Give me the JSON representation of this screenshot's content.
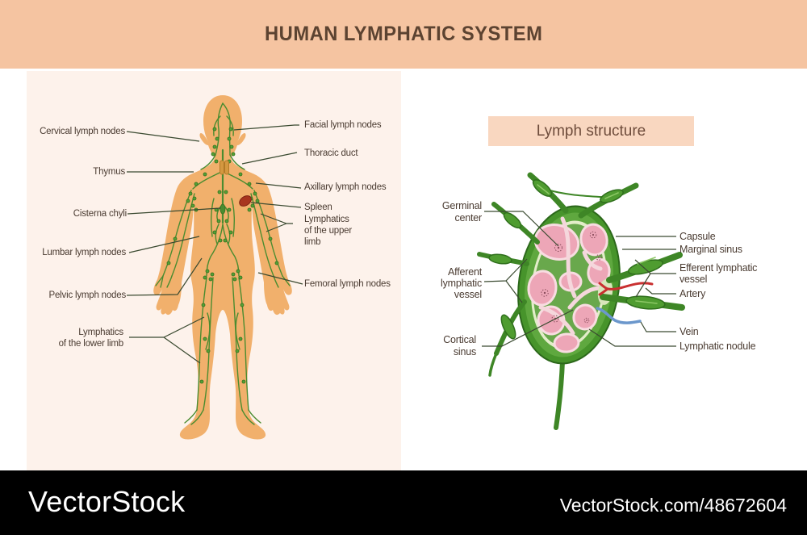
{
  "header": {
    "title": "HUMAN LYMPHATIC SYSTEM"
  },
  "body_panel": {
    "labels_left": [
      {
        "text": "Cervical lymph nodes"
      },
      {
        "text": "Thymus"
      },
      {
        "text": "Cisterna chyli"
      },
      {
        "text": "Lumbar lymph nodes"
      },
      {
        "text": "Pelvic lymph nodes"
      },
      {
        "lines": [
          "Lymphatics",
          "of the lower limb"
        ]
      }
    ],
    "labels_right": [
      {
        "text": "Facial lymph nodes"
      },
      {
        "text": "Thoracic duct"
      },
      {
        "text": "Axillary lymph nodes"
      },
      {
        "text": "Spleen"
      },
      {
        "lines": [
          "Lymphatics",
          "of the upper",
          "limb"
        ]
      },
      {
        "text": "Femoral lymph nodes"
      }
    ]
  },
  "lymph_panel": {
    "title": "Lymph structure",
    "labels_left": [
      {
        "lines": [
          "Germinal",
          "center"
        ]
      },
      {
        "lines": [
          "Afferent",
          "lymphatic",
          "vessel"
        ]
      },
      {
        "lines": [
          "Cortical",
          "sinus"
        ]
      }
    ],
    "labels_right": [
      {
        "text": "Capsule"
      },
      {
        "text": "Marginal sinus"
      },
      {
        "lines": [
          "Efferent lymphatic",
          "vessel"
        ]
      },
      {
        "text": "Artery"
      },
      {
        "text": "Vein"
      },
      {
        "text": "Lymphatic nodule"
      }
    ]
  },
  "footer": {
    "brand": "VectorStock",
    "url": "VectorStock.com/48672604"
  },
  "colors": {
    "header_bg": "#F5C4A1",
    "panel_bg": "#FDF2EB",
    "title_text": "#5C4331",
    "label_text": "#4A3B31",
    "leader_line": "#3A4A30",
    "body_skin": "#F1B06C",
    "vessel_green": "#4A8C30",
    "node_green": "#55A036",
    "capsule_green": "#47942B",
    "nodule_pink": "#EDA6B7",
    "artery_red": "#C93030",
    "vein_blue": "#6B97CC",
    "footer_bg": "#000000"
  }
}
